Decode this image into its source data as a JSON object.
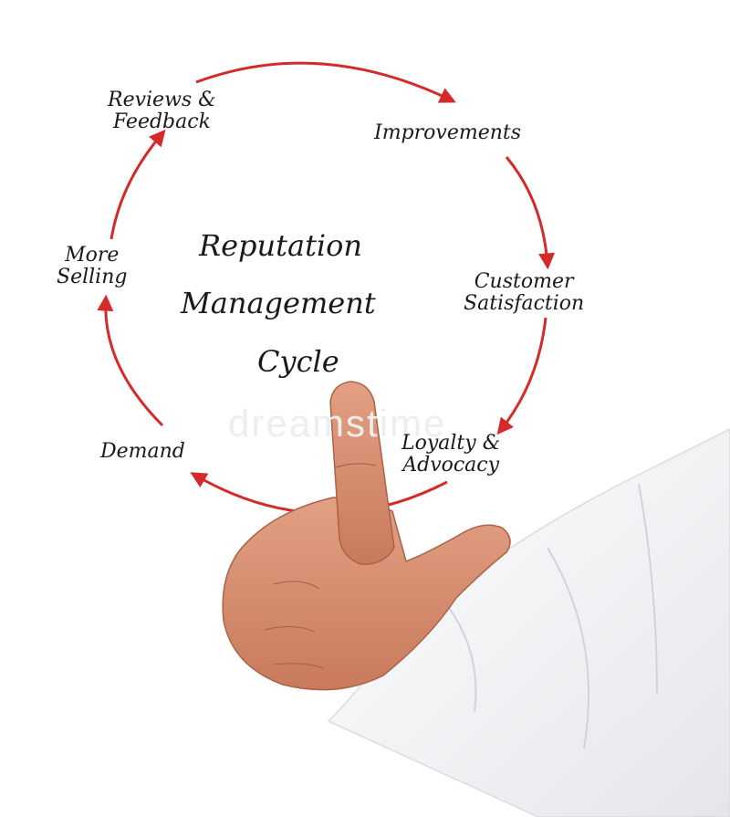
{
  "diagram": {
    "title_lines": [
      "Reputation",
      "Management",
      "Cycle"
    ],
    "nodes": [
      {
        "id": "reviews",
        "lines": [
          "Reviews &",
          "Feedback"
        ]
      },
      {
        "id": "improvements",
        "lines": [
          "Improvements"
        ]
      },
      {
        "id": "satisfaction",
        "lines": [
          "Customer",
          "Satisfaction"
        ]
      },
      {
        "id": "loyalty",
        "lines": [
          "Loyalty &",
          "Advocacy"
        ]
      },
      {
        "id": "demand",
        "lines": [
          "Demand"
        ]
      },
      {
        "id": "selling",
        "lines": [
          "More",
          "Selling"
        ]
      }
    ],
    "arrow_color": "#d42a2a",
    "direction": "clockwise"
  },
  "watermark": "dreamstime"
}
